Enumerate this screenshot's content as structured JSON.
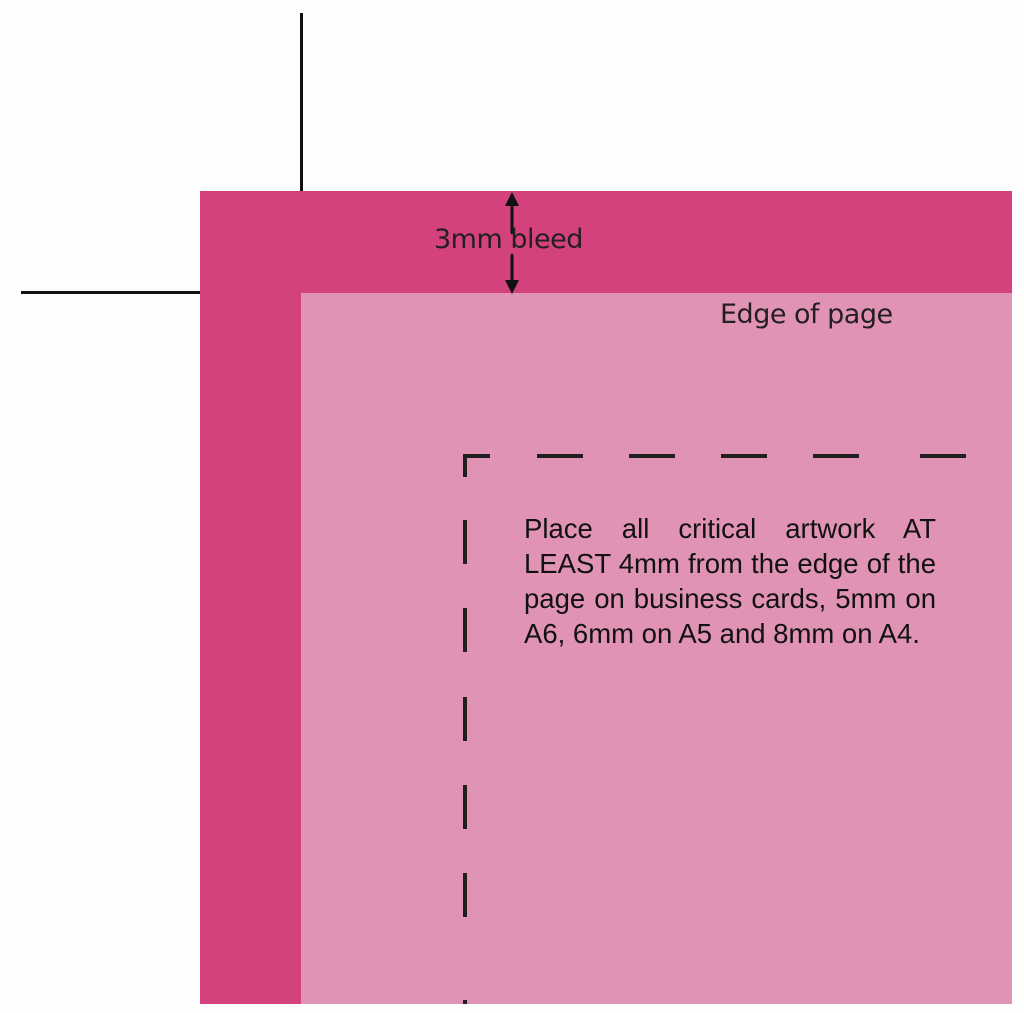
{
  "diagram": {
    "type": "print-bleed-guide",
    "labels": {
      "bleed": "3mm bleed",
      "edge": "Edge of page",
      "safe_zone_note": "Place all critical artwork AT LEAST 4mm from the edge of the page on business cards, 5mm on A6, 6mm on A5 and 8mm on A4."
    },
    "regions": [
      {
        "name": "bleed-area",
        "color": "#d4427e"
      },
      {
        "name": "page-area",
        "color": "#e193b5"
      },
      {
        "name": "safe-zone",
        "style": "dashed",
        "color": "#231f20"
      }
    ],
    "marks": [
      "crop-mark-vertical",
      "crop-mark-horizontal",
      "bleed-dimension-arrow"
    ],
    "background": "#fdfdfd"
  }
}
